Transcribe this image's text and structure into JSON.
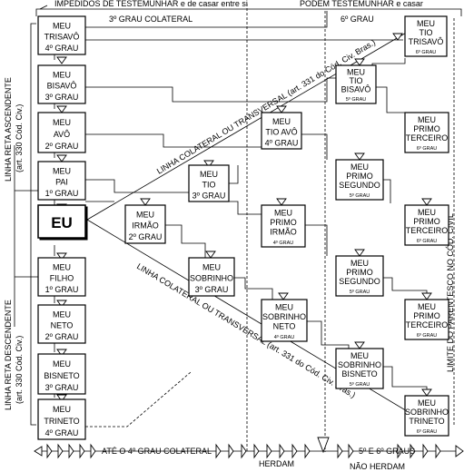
{
  "header": {
    "impedidos": "IMPEDIDOS DE TESTEMUNHAR e de casar entre si",
    "podem": "PODEM TESTEMUNHAR e casar",
    "grau3": "3º GRAU COLATERAL",
    "grau6": "6º GRAU"
  },
  "side": {
    "ascendente_1": "LINHA RETA ASCENDENTE",
    "ascendente_2": "(art. 330 Cód. Civ.)",
    "descendente_1": "LINHA RETA DESCENDENTE",
    "descendente_2": "(art. 330 Cód. Civ.)",
    "limite": "LIMITE DO PARENTESCO NO CÓD. CIVIL"
  },
  "diagonals": {
    "upper": "LINHA COLATERAL OU TRANSVERSAL (art. 331 do Cód. Civ. Bras.)",
    "lower": "LINHA COLATERAL OU TRANSVERSAL (art. 331 do Cód. Civ. Bras.)"
  },
  "bottom": {
    "ate4": "ATÉ O 4º GRAU COLATERAL",
    "graus56": "5º E 6º GRAUS",
    "herdam": "HERDAM",
    "nao_herdam": "NÃO HERDAM"
  },
  "eu": "EU",
  "boxes": {
    "trisavo": [
      "MEU",
      "TRISAVÔ",
      "4º GRAU"
    ],
    "bisavo": [
      "MEU",
      "BISAVÔ",
      "3º GRAU"
    ],
    "avo": [
      "MEU",
      "AVÔ",
      "2º GRAU"
    ],
    "pai": [
      "MEU",
      "PAI",
      "1º GRAU"
    ],
    "filho": [
      "MEU",
      "FILHO",
      "1º GRAU"
    ],
    "neto": [
      "MEU",
      "NETO",
      "2º GRAU"
    ],
    "bisneto": [
      "MEU",
      "BISNETO",
      "3º GRAU"
    ],
    "trineto": [
      "MEU",
      "TRINETO",
      "4º GRAU"
    ],
    "irmao": [
      "MEU",
      "IRMÃO",
      "2º GRAU"
    ],
    "tio": [
      "MEU",
      "TIO",
      "3º GRAU"
    ],
    "sobrinho": [
      "MEU",
      "SOBRINHO",
      "3º GRAU"
    ],
    "tio_avo": [
      "MEU",
      "TIO AVÔ",
      "4º GRAU"
    ],
    "primo_irmao": [
      "MEU",
      "PRIMO",
      "IRMÃO",
      "4º GRAU"
    ],
    "sobrinho_neto": [
      "MEU",
      "SOBRINHO",
      "NETO",
      "4º GRAU"
    ],
    "tio_bisavo": [
      "MEU",
      "TIO",
      "BISAVÔ",
      "5º GRAU"
    ],
    "primo_segundo_a": [
      "MEU",
      "PRIMO",
      "SEGUNDO",
      "5º GRAU"
    ],
    "primo_segundo_b": [
      "MEU",
      "PRIMO",
      "SEGUNDO",
      "5º GRAU"
    ],
    "sobrinho_bisneto": [
      "MEU",
      "SOBRINHO",
      "BISNETO",
      "5º GRAU"
    ],
    "tio_trisavo": [
      "MEU",
      "TIO",
      "TRISAVÔ",
      "6º GRAU"
    ],
    "primo_terceiro_1": [
      "MEU",
      "PRIMO",
      "TERCEIRO",
      "6º GRAU"
    ],
    "primo_terceiro_2": [
      "MEU",
      "PRIMO",
      "TERCEIRO",
      "6º GRAU"
    ],
    "primo_terceiro_3": [
      "MEU",
      "PRIMO",
      "TERCEIRO",
      "6º GRAU"
    ],
    "sobrinho_trineto": [
      "MEU",
      "SOBRINHO",
      "TRINETO",
      "6º GRAU"
    ]
  }
}
